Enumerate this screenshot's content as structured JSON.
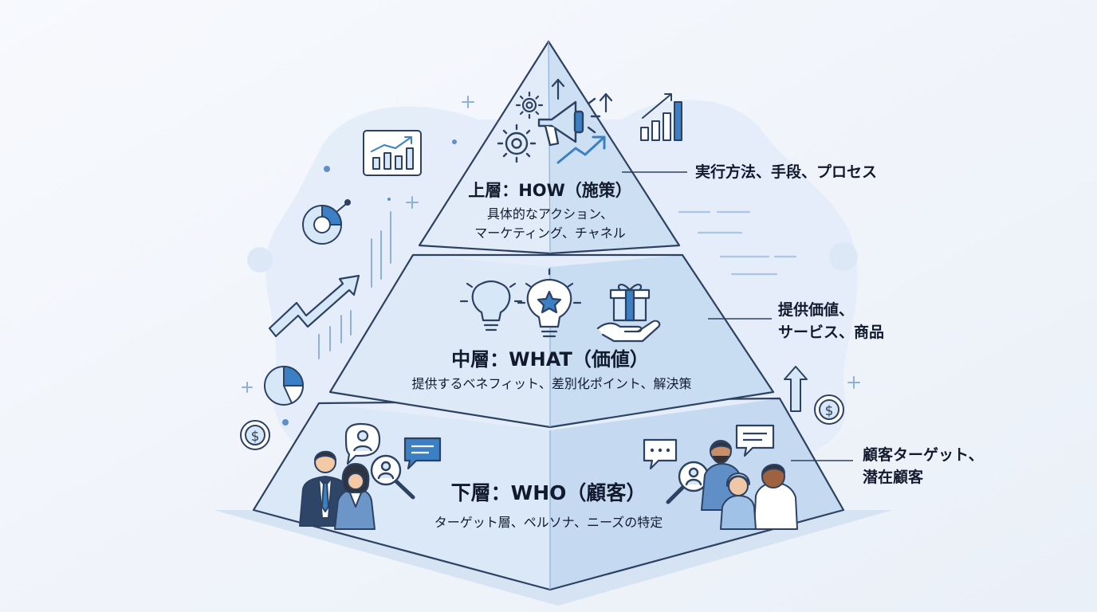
{
  "colors": {
    "background": "#f3f6fb",
    "blob": "#e1ebf7",
    "pyramid_light": "#dce9f7",
    "pyramid_dark": "#c7dbf2",
    "outline": "#2d4262",
    "accent": "#3b7fc4",
    "text": "#121a2e"
  },
  "pyramid": {
    "top": {
      "title": "上層：HOW（施策）",
      "subtitle_line1": "具体的なアクション、",
      "subtitle_line2": "マーケティング、チャネル",
      "icons": [
        "gear-icon",
        "megaphone-icon",
        "trend-arrow-icon",
        "up-arrow-icon"
      ]
    },
    "middle": {
      "title": "中層：WHAT（価値）",
      "subtitle": "提供するベネフィット、差別化ポイント、解決策",
      "icons": [
        "lightbulb-icon",
        "star-bulb-icon",
        "gift-hand-icon"
      ]
    },
    "bottom": {
      "title": "下層：WHO（顧客）",
      "subtitle": "ターゲット層、ペルソナ、ニーズの特定",
      "icons": [
        "business-people-icon",
        "chat-bubble-icon",
        "magnifier-user-icon",
        "customer-group-icon"
      ]
    }
  },
  "annotations": {
    "top": {
      "line1": "実行方法、手段、プロセス"
    },
    "middle": {
      "line1": "提供価値、",
      "line2": "サービス、商品"
    },
    "bottom": {
      "line1": "顧客ターゲット、",
      "line2": "潜在顧客"
    }
  },
  "decorations": [
    "bar-chart-card-icon",
    "donut-chart-icon",
    "pie-chart-icon",
    "dollar-coin-icon",
    "growth-arrow-icon",
    "bar-chart-icon",
    "plus-icon"
  ]
}
